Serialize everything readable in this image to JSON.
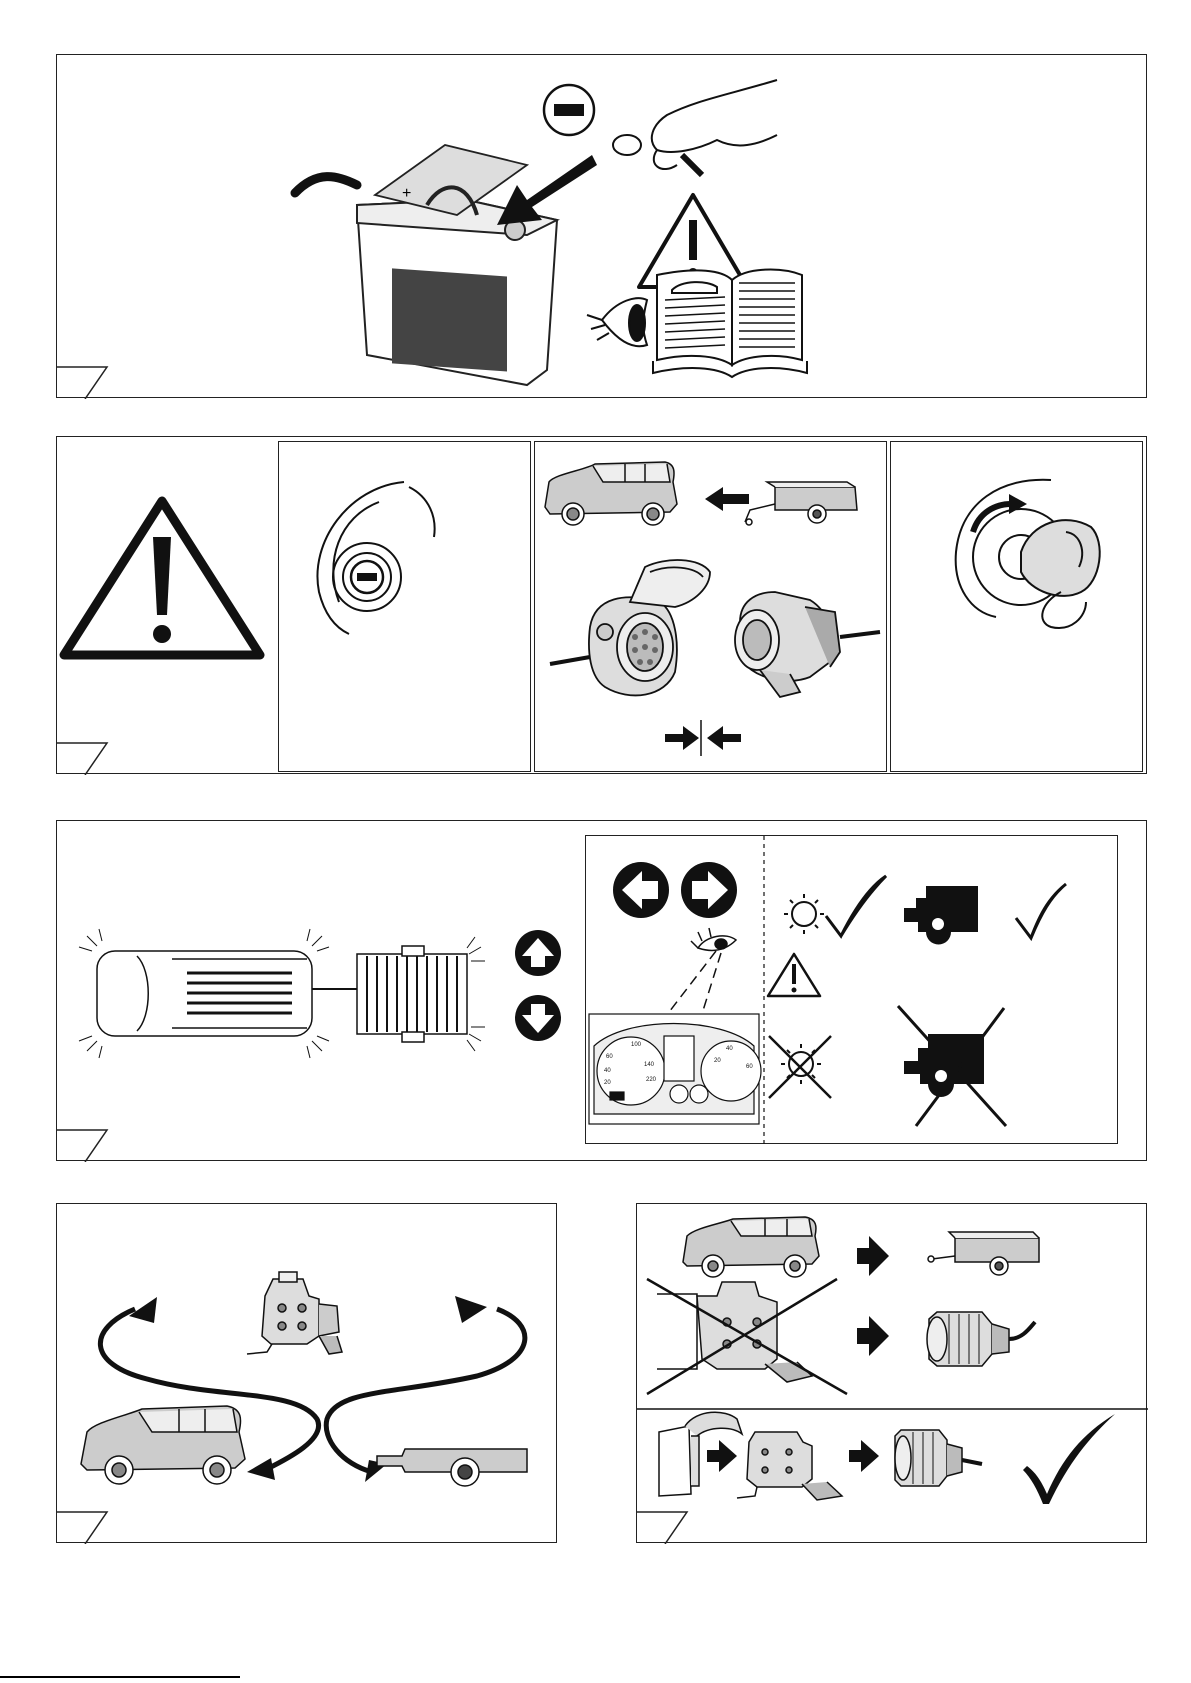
{
  "page": {
    "title": "",
    "footer_code": "",
    "steps": [
      {
        "id": 1,
        "icons": [
          "battery-negative-terminal-icon",
          "minus-sign-icon",
          "hand-with-terminal-icon",
          "warning-triangle-icon",
          "eye-icon",
          "owner-manual-icon"
        ]
      },
      {
        "id": 2,
        "icons": [
          "warning-triangle-icon",
          "ignition-off-icon",
          "vehicle-with-trailer-icon",
          "trailer-socket-icon",
          "trailer-plug-icon",
          "ignition-on-icon"
        ]
      },
      {
        "id": 3,
        "icons": [
          "vehicle-with-trailer-top-view",
          "arrow-up-icon",
          "arrow-down-icon",
          "indicator-left-icon",
          "indicator-right-icon",
          "instrument-cluster-icon",
          "lamp-check-icon",
          "trailer-check-icon",
          "warning-triangle-icon",
          "lamp-fault-icon",
          "trailer-fault-icon"
        ]
      },
      {
        "id": 4,
        "icons": [
          "vehicle-icon",
          "socket-adaptor-icon",
          "trailer-icon"
        ]
      },
      {
        "id": 5,
        "icons": [
          "vehicle-icon",
          "trailer-icon",
          "socket-icon",
          "plug-icon",
          "adaptor-icon",
          "check-mark-icon"
        ]
      }
    ]
  }
}
